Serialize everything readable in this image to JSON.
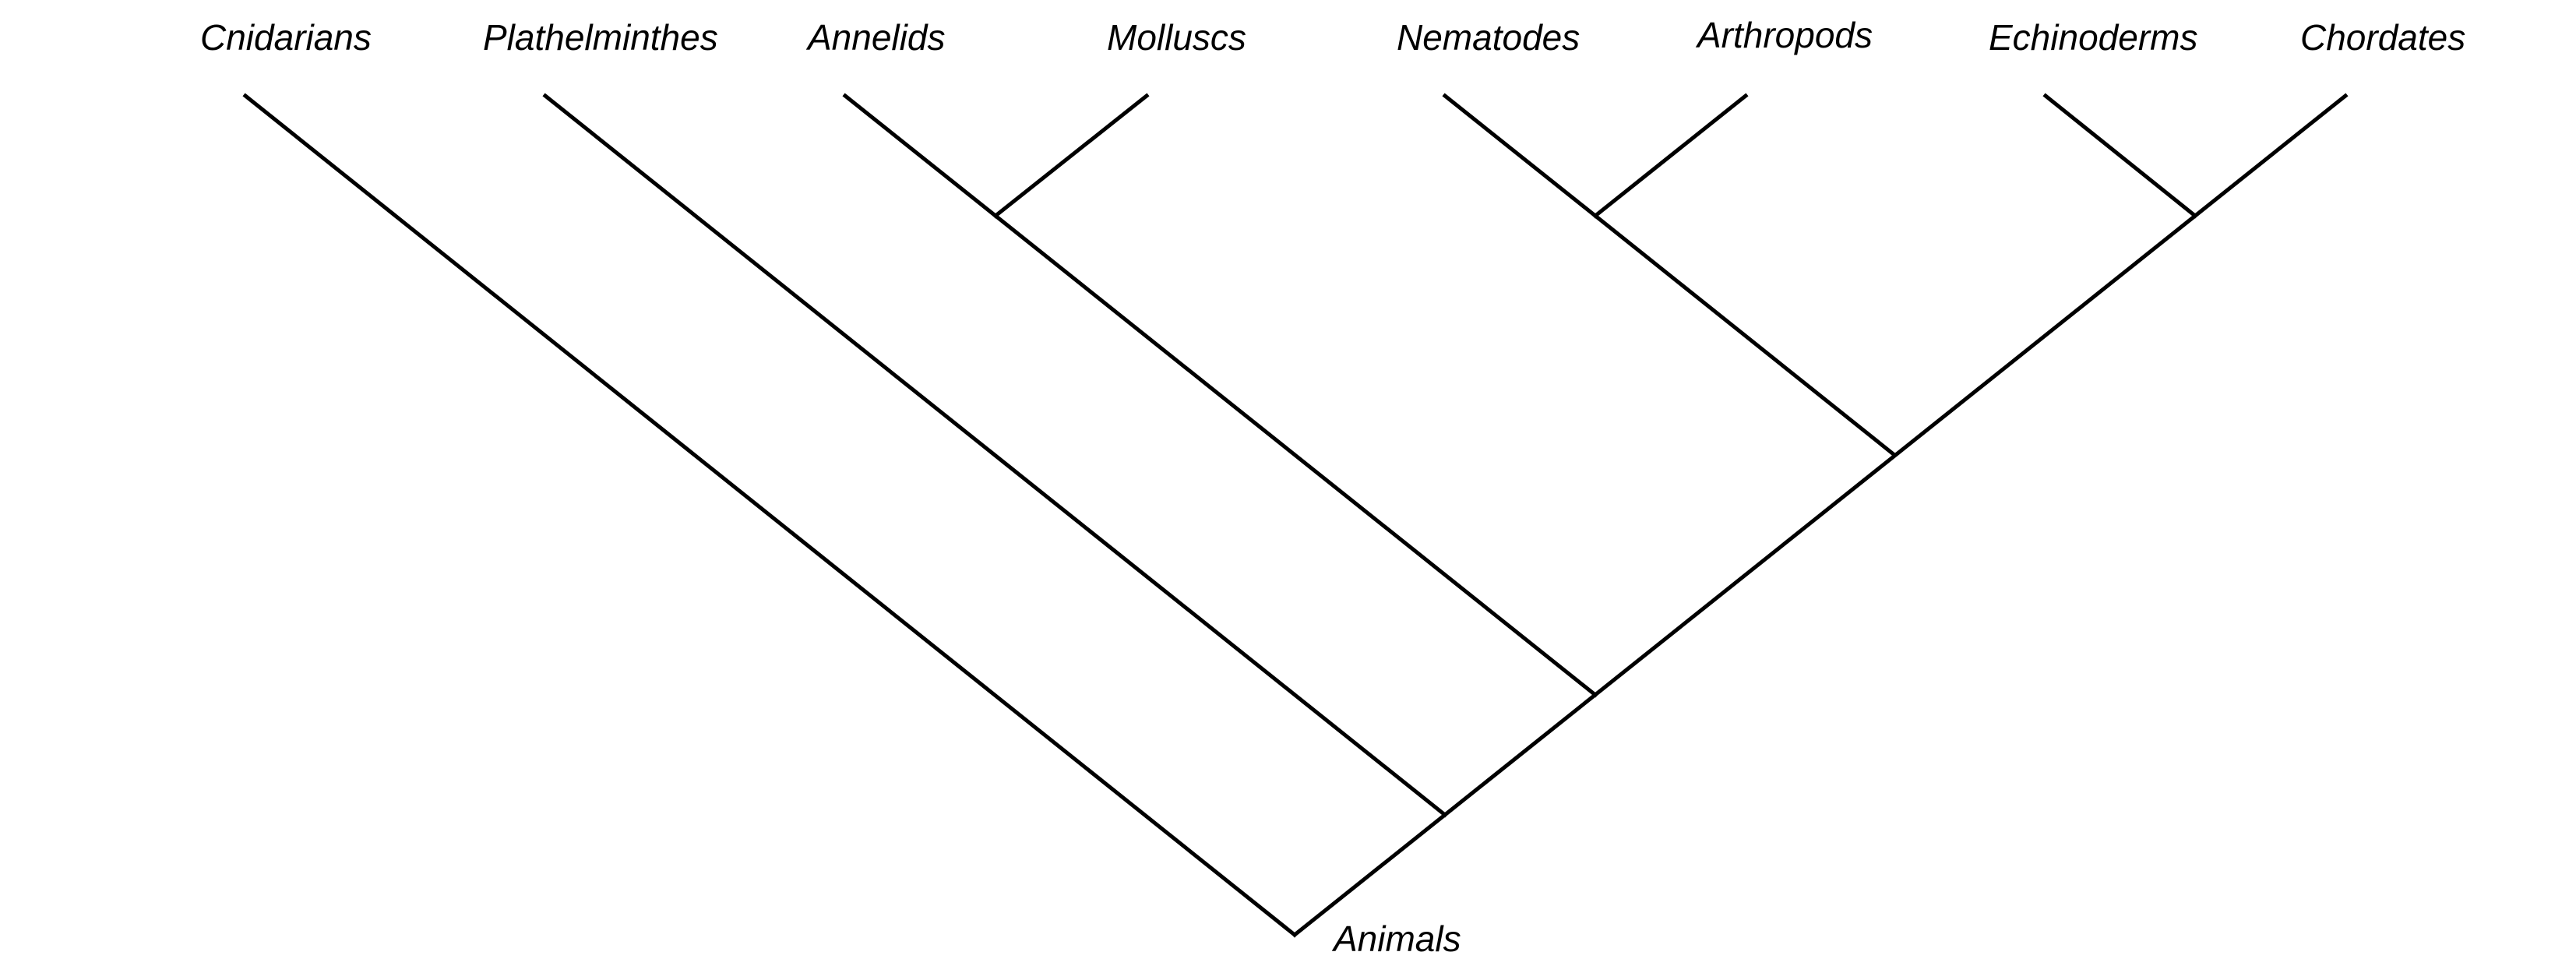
{
  "diagram": {
    "type": "cladogram",
    "line_color": "#000000",
    "root_label": "Animals",
    "taxa": [
      "Cnidarians",
      "Plathelminthes",
      "Annelids",
      "Molluscs",
      "Nematodes",
      "Arthropods",
      "Echinoderms",
      "Chordates"
    ],
    "clades": [
      {
        "members": [
          "Annelids",
          "Molluscs"
        ]
      },
      {
        "members": [
          "Nematodes",
          "Arthropods"
        ]
      },
      {
        "members": [
          "Echinoderms",
          "Chordates"
        ]
      },
      {
        "members": [
          "Nematodes",
          "Arthropods",
          "Echinoderms",
          "Chordates"
        ]
      },
      {
        "members": [
          "Annelids",
          "Molluscs",
          "Nematodes",
          "Arthropods",
          "Echinoderms",
          "Chordates"
        ]
      },
      {
        "members": [
          "Plathelminthes",
          "Annelids",
          "Molluscs",
          "Nematodes",
          "Arthropods",
          "Echinoderms",
          "Chordates"
        ]
      }
    ]
  }
}
